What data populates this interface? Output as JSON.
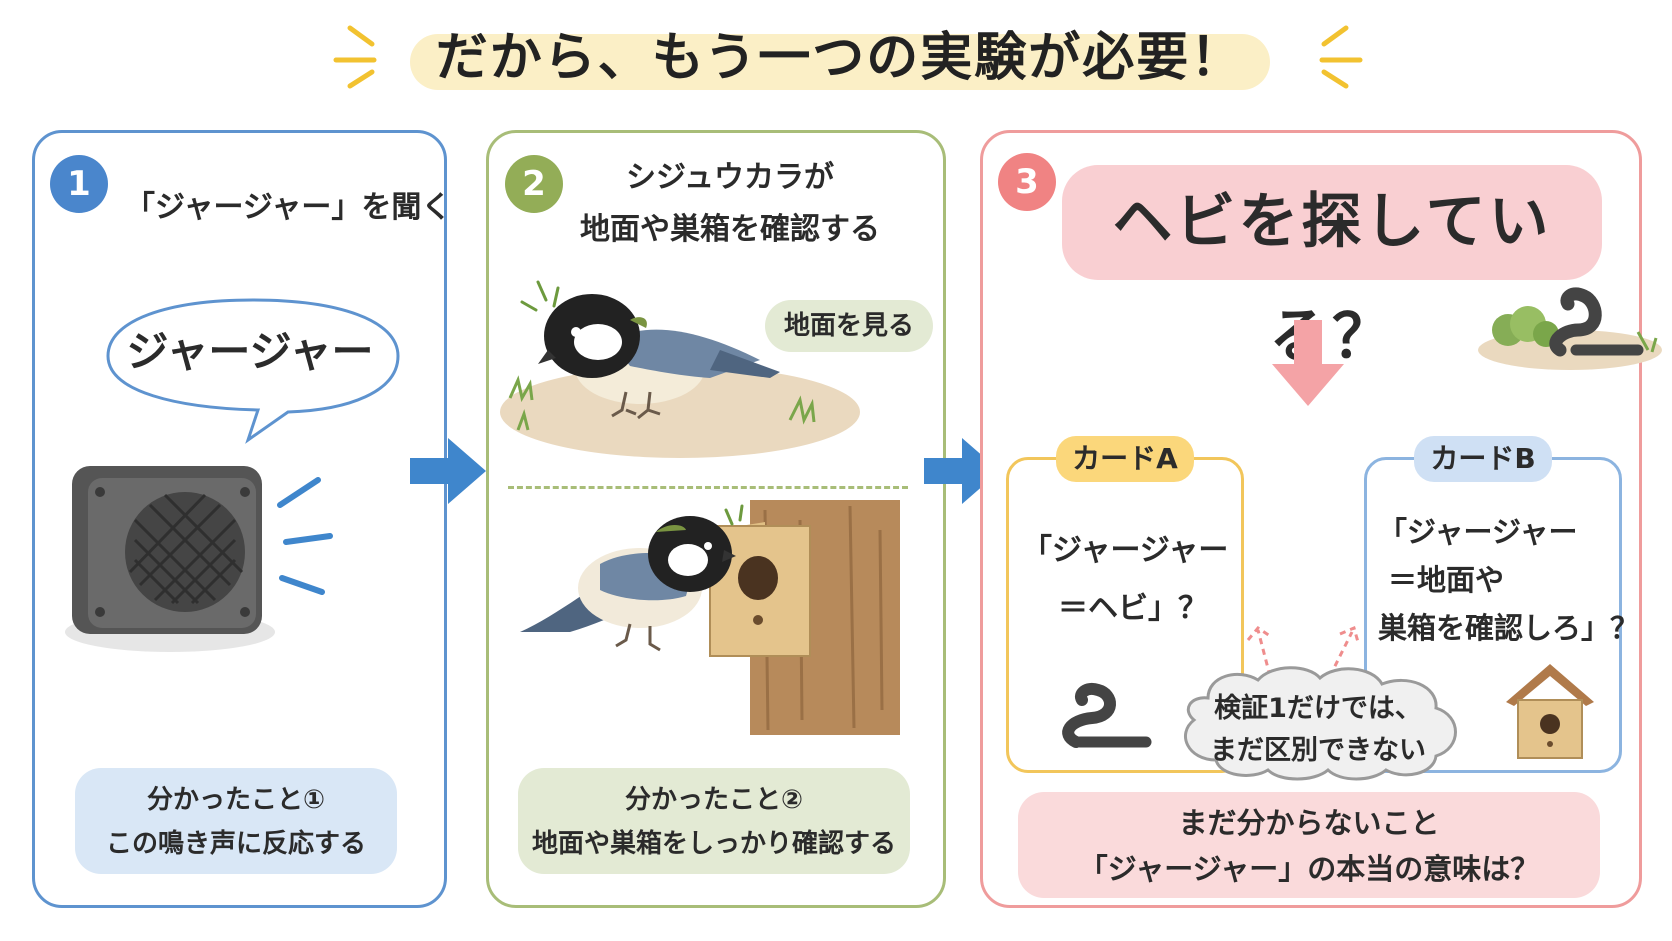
{
  "title": "だから、もう一つの実験が必要！",
  "panels": [
    {
      "number": "1",
      "heading": "「ジャージャー」を聞く",
      "bubble": "ジャージャー",
      "finding": [
        "分かったこと①",
        "この鳴き声に反応する"
      ]
    },
    {
      "number": "2",
      "heading": [
        "シジュウカラが",
        "地面や巣箱を確認する"
      ],
      "label_ground": "地面を見る",
      "finding": [
        "分かったこと②",
        "地面や巣箱をしっかり確認する"
      ]
    },
    {
      "number": "3",
      "question": "ヘビを探している？",
      "card_a": {
        "tab": "カードA",
        "lines": [
          "「ジャージャー",
          "＝ヘビ」？"
        ]
      },
      "card_b": {
        "tab": "カードB",
        "lines": [
          "「ジャージャー",
          "＝地面や",
          "巣箱を確認しろ」？"
        ]
      },
      "cloud": [
        "検証1だけでは、",
        "まだ区別できない"
      ],
      "unknown": [
        "まだ分からないこと",
        "「ジャージャー」の本当の意味は？"
      ]
    }
  ],
  "colors": {
    "panel1": "#5e93cf",
    "panel2": "#a8bd78",
    "panel3": "#ef9c9c",
    "arrow": "#3f86cc",
    "down_arrow": "#f4a3a6",
    "title_highlight": "#fbefc6"
  }
}
